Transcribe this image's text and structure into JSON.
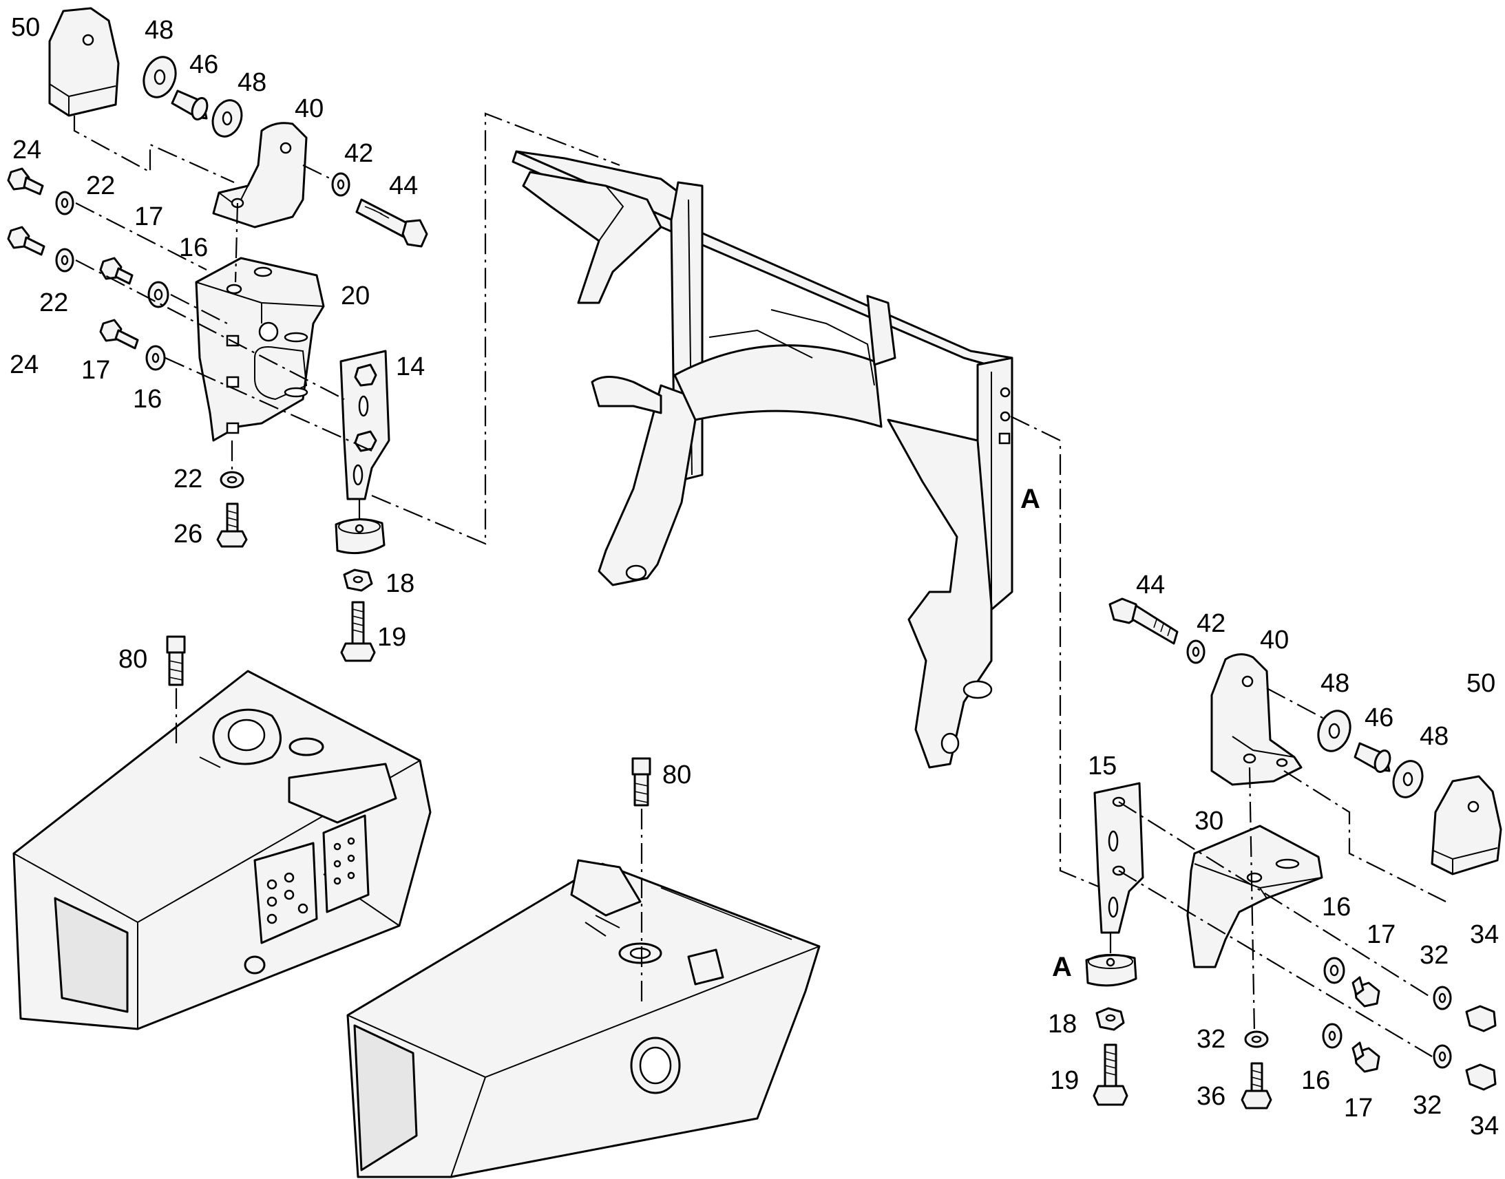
{
  "callouts": {
    "c50a": "50",
    "c48a": "48",
    "c46a": "46",
    "c48b": "48",
    "c40a": "40",
    "c42a": "42",
    "c44a": "44",
    "c24a": "24",
    "c22a": "22",
    "c17a": "17",
    "c16a": "16",
    "c22b": "22",
    "c20": "20",
    "c24b": "24",
    "c17b": "17",
    "c14": "14",
    "c16b": "16",
    "c22c": "22",
    "c26": "26",
    "c18a": "18",
    "c19a": "19",
    "c80a": "80",
    "c80b": "80",
    "c44b": "44",
    "c42b": "42",
    "c40b": "40",
    "c48c": "48",
    "c50b": "50",
    "c46b": "46",
    "c48d": "48",
    "c15": "15",
    "c30": "30",
    "c16c": "16",
    "c17c": "17",
    "c32a": "32",
    "c34a": "34",
    "c18b": "18",
    "c32b": "32",
    "c19b": "19",
    "c36": "36",
    "c16d": "16",
    "c32c": "32",
    "c17d": "17",
    "c34b": "34",
    "refA1": "A",
    "refA2": "A"
  }
}
